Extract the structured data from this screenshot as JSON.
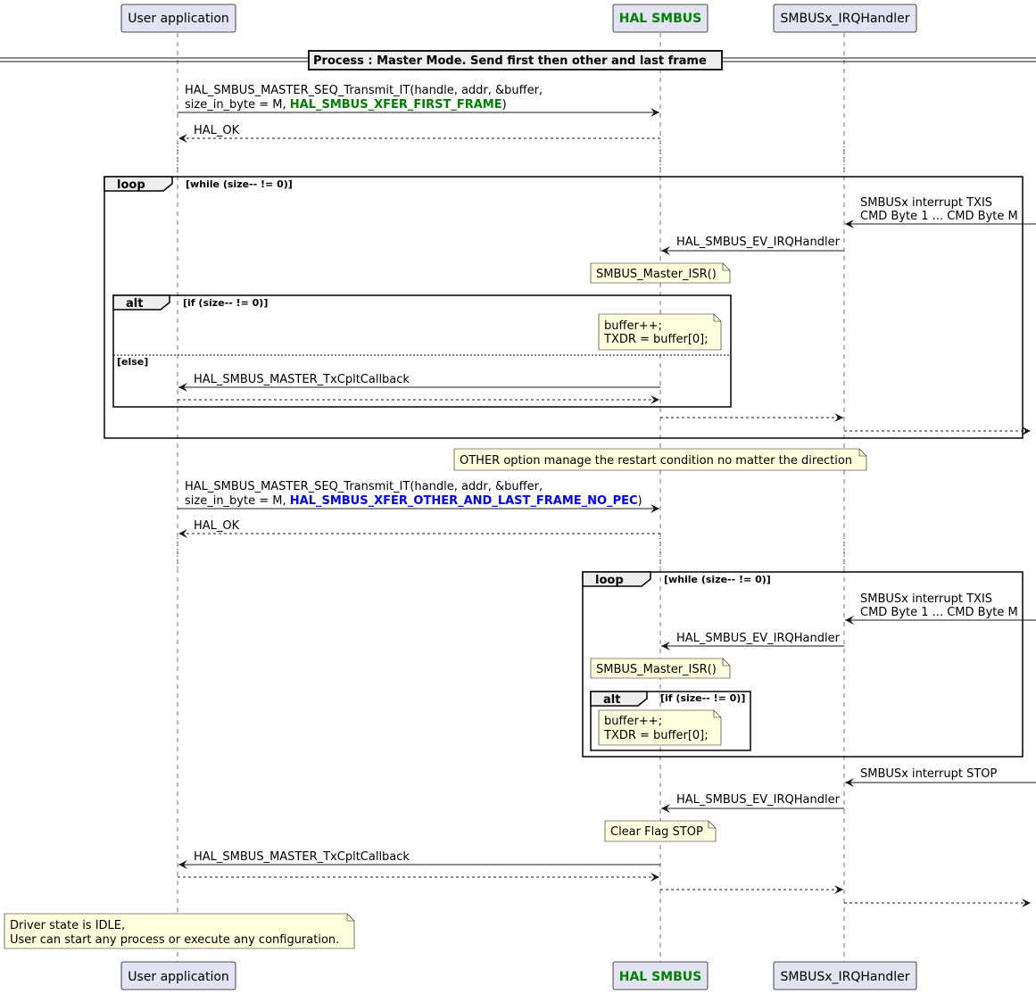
{
  "colors": {
    "participant_fill": "#E2E2F0",
    "participant_stroke": "#181818",
    "note_fill": "#FEFFDD",
    "note_stroke": "#181818",
    "green": "#008000",
    "blue": "#0000FF",
    "frame_header_fill": "#EEEEEE"
  },
  "participants": [
    {
      "id": "user",
      "label": "User application"
    },
    {
      "id": "hal",
      "label": "HAL SMBUS",
      "bold": true,
      "color": "green"
    },
    {
      "id": "irq",
      "label": "SMBUSx_IRQHandler"
    }
  ],
  "divider": "Process :  Master Mode. Send first then other and last frame",
  "call1": {
    "line1": "HAL_SMBUS_MASTER_SEQ_Transmit_IT(handle, addr, &buffer,",
    "line2_prefix": " size_in_byte = M, ",
    "line2_highlight": "HAL_SMBUS_XFER_FIRST_FRAME",
    "line2_suffix": ")"
  },
  "hal_ok_1": "HAL_OK",
  "loop1": {
    "label": "loop",
    "guard": "[while (size-- != 0)]",
    "interrupt_line1": "SMBUSx interrupt TXIS",
    "interrupt_line2": "CMD Byte 1 ... CMD Byte M",
    "ev_handler": "HAL_SMBUS_EV_IRQHandler",
    "isr_note": "SMBUS_Master_ISR()",
    "alt": {
      "label": "alt",
      "guard": "[if (size-- != 0)]",
      "note_line1": "buffer++;",
      "note_line2": "TXDR = buffer[0];",
      "else_guard": "[else]",
      "callback": "HAL_SMBUS_MASTER_TxCpltCallback"
    }
  },
  "other_note": "OTHER option manage the restart condition no matter the direction",
  "call2": {
    "line1": "HAL_SMBUS_MASTER_SEQ_Transmit_IT(handle, addr, &buffer,",
    "line2_prefix": " size_in_byte = M, ",
    "line2_highlight": "HAL_SMBUS_XFER_OTHER_AND_LAST_FRAME_NO_PEC",
    "line2_suffix": ")"
  },
  "hal_ok_2": "HAL_OK",
  "loop2": {
    "label": "loop",
    "guard": "[while (size-- != 0)]",
    "interrupt_line1": "SMBUSx interrupt TXIS",
    "interrupt_line2": "CMD Byte 1 ... CMD Byte M",
    "ev_handler": "HAL_SMBUS_EV_IRQHandler",
    "isr_note": "SMBUS_Master_ISR()",
    "alt": {
      "label": "alt",
      "guard": "[if (size-- != 0)]",
      "note_line1": "buffer++;",
      "note_line2": "TXDR = buffer[0];"
    }
  },
  "stop_interrupt": "SMBUSx interrupt STOP",
  "ev_handler_stop": "HAL_SMBUS_EV_IRQHandler",
  "clear_flag_note": "Clear Flag STOP",
  "final_callback": "HAL_SMBUS_MASTER_TxCpltCallback",
  "idle_note": {
    "line1": "Driver state is IDLE,",
    "line2": "User can start any process or execute any configuration."
  }
}
